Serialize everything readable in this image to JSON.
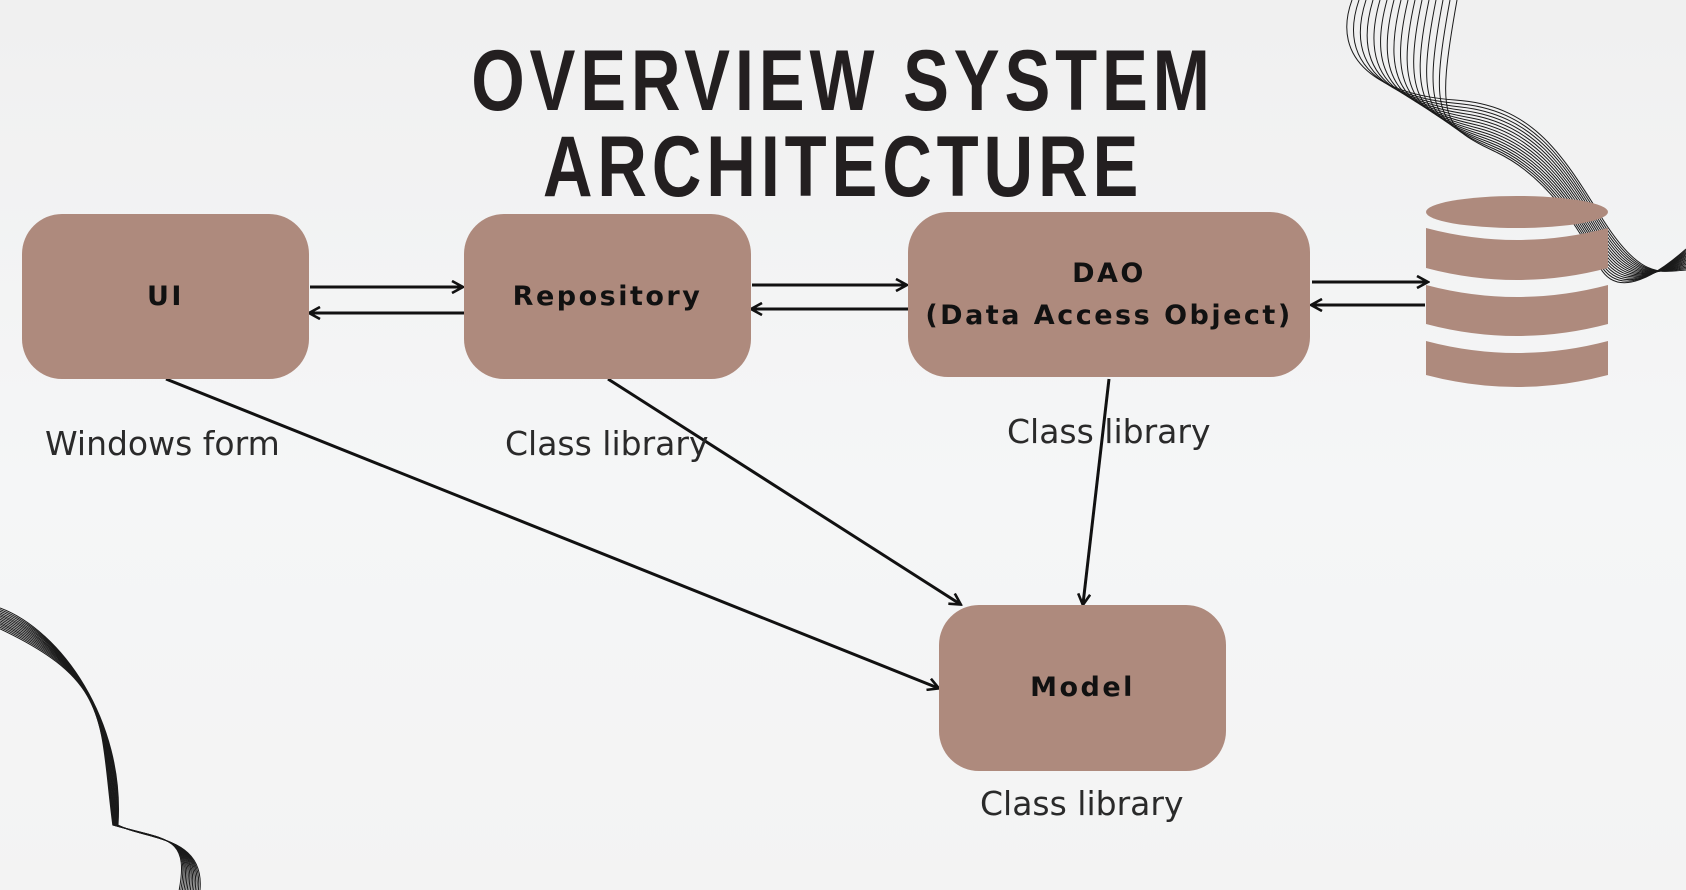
{
  "title": "OVERVIEW SYSTEM ARCHITECTURE",
  "colors": {
    "box": "#ae8a7d",
    "text": "#111111",
    "title": "#231f20",
    "arrow": "#111111"
  },
  "nodes": {
    "ui": {
      "label": "UI",
      "caption": "Windows form"
    },
    "repository": {
      "label": "Repository",
      "caption": "Class library"
    },
    "dao": {
      "label_line1": "DAO",
      "label_line2": "(Data Access Object)",
      "caption": "Class library"
    },
    "model": {
      "label": "Model",
      "caption": "Class library"
    },
    "database": {
      "icon": "database-icon"
    }
  },
  "edges": [
    {
      "from": "UI",
      "to": "Repository",
      "bidirectional": true
    },
    {
      "from": "Repository",
      "to": "DAO (Data Access Object)",
      "bidirectional": true
    },
    {
      "from": "DAO (Data Access Object)",
      "to": "database",
      "bidirectional": true
    },
    {
      "from": "UI",
      "to": "Model"
    },
    {
      "from": "Repository",
      "to": "Model"
    },
    {
      "from": "DAO (Data Access Object)",
      "to": "Model"
    }
  ]
}
